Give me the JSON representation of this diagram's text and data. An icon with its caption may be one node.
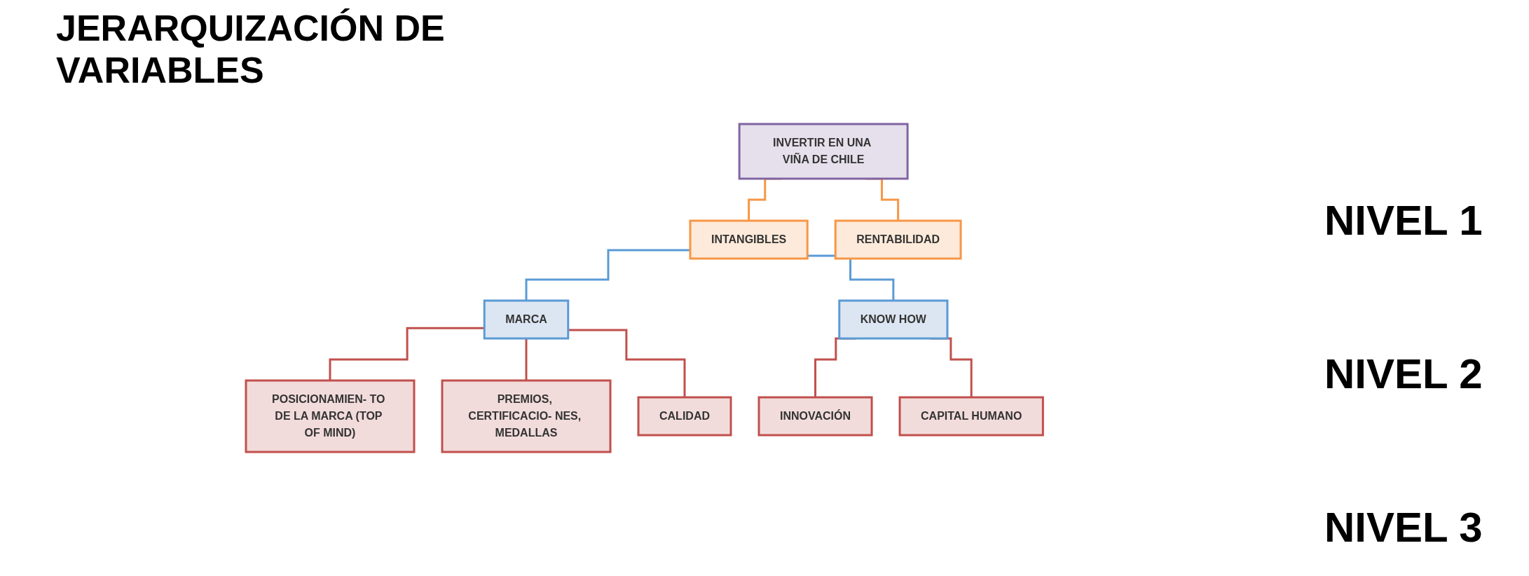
{
  "diagram": {
    "title": "JERARQUIZACIÓN DE VARIABLES",
    "nodes": [
      {
        "text": [
          "INVERTIR EN UNA VIÑA DE CHILE"
        ]
      },
      {
        "text": [
          "INTANGIBLES"
        ]
      },
      {
        "text": [
          "RENTABILIDAD"
        ]
      },
      {
        "text": [
          "MARCA"
        ]
      },
      {
        "text": [
          "KNOW HOW"
        ]
      },
      {
        "text": [
          "POSICIONAMIEN- TO DE LA MARCA (TOP OF MIND)"
        ]
      },
      {
        "text": [
          "PREMIOS, CERTIFICACIO- NES, MEDALLAS"
        ]
      },
      {
        "text": [
          "CALIDAD"
        ]
      },
      {
        "text": [
          "INNOVACIÓN"
        ]
      },
      {
        "text": [
          "CAPITAL HUMANO"
        ]
      }
    ],
    "edges": [
      {
        "from": 0,
        "to": 1,
        "arrow": "none",
        "color": "#f79646"
      },
      {
        "from": 0,
        "to": 2,
        "arrow": "none",
        "color": "#f79646"
      },
      {
        "from": 1,
        "to": 3,
        "arrow": "none",
        "color": "#5b9bd5"
      },
      {
        "from": 1,
        "to": 4,
        "arrow": "none",
        "color": "#5b9bd5"
      },
      {
        "from": 3,
        "to": 5,
        "arrow": "none"
      },
      {
        "from": 3,
        "to": 6,
        "arrow": "none"
      },
      {
        "from": 3,
        "to": 7,
        "arrow": "none"
      },
      {
        "from": 4,
        "to": 8,
        "arrow": "none"
      },
      {
        "from": 4,
        "to": 9,
        "arrow": "none"
      }
    ],
    "labels": [
      "NIVEL 1",
      "NIVEL 2",
      "NIVEL 3"
    ]
  }
}
